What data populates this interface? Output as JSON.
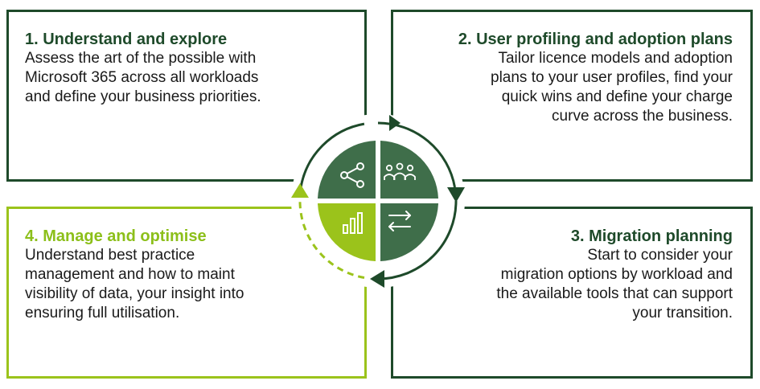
{
  "steps": [
    {
      "title": "1. Understand and explore",
      "lines": [
        "Assess the art of the possible with",
        "Microsoft 365 across all workloads",
        "and define your business priorities."
      ]
    },
    {
      "title": "2. User profiling and adoption plans",
      "lines": [
        "Tailor licence models and adoption",
        "plans to your user profiles, find your",
        "quick wins and define your charge",
        "curve across the business."
      ]
    },
    {
      "title": "3. Migration planning",
      "lines": [
        "Start to consider your",
        "migration options by workload and",
        "the available tools that can support",
        "your transition."
      ]
    },
    {
      "title": "4. Manage and optimise",
      "lines": [
        "Understand best practice",
        "management and how to maint",
        "visibility of data, your insight into",
        "ensuring full utilisation."
      ]
    }
  ],
  "wheel_icons": [
    "share-icon",
    "people-icon",
    "bar-chart-icon",
    "swap-arrows-icon"
  ],
  "colors": {
    "dark_green": "#1e4a2a",
    "mid_green": "#3f6e4a",
    "lime": "#9bc31b",
    "white": "#ffffff"
  }
}
